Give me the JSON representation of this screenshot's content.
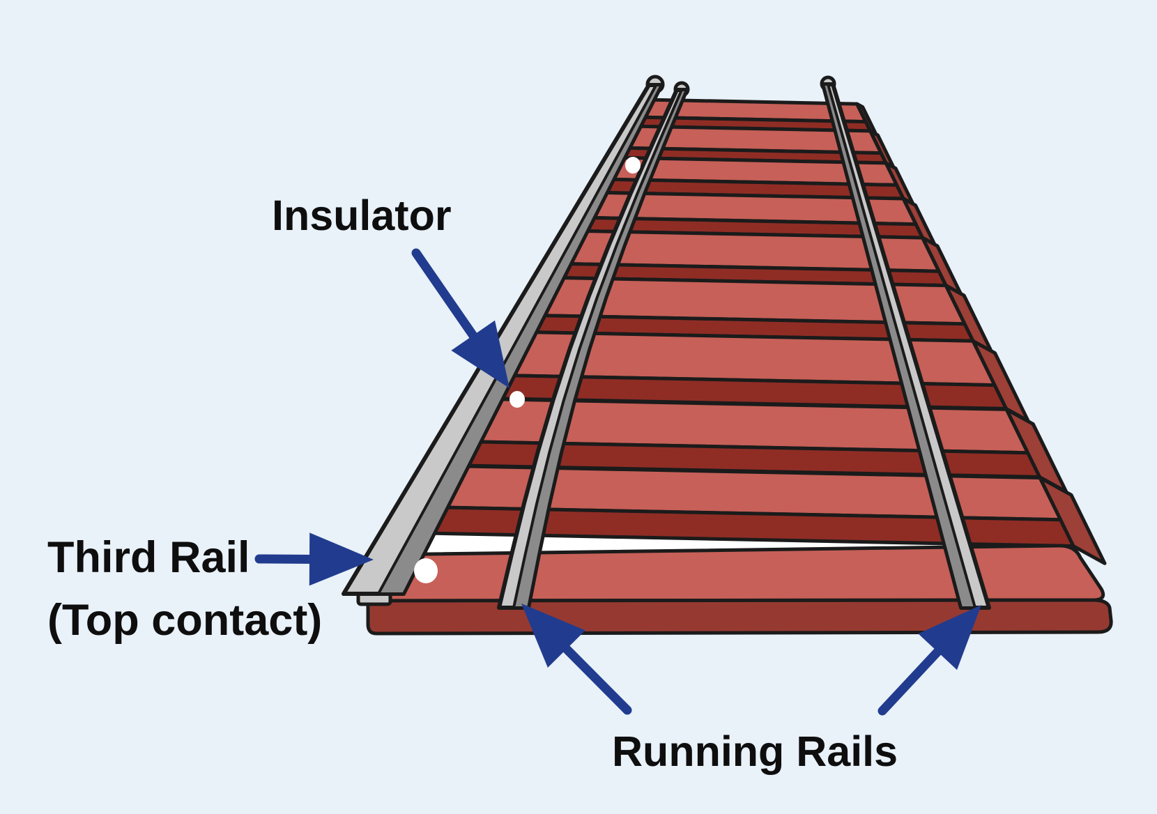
{
  "diagram": {
    "title": "Third rail (top contact) railway track diagram",
    "labels": {
      "insulator": "Insulator",
      "third_rail_line1": "Third Rail",
      "third_rail_line2": "(Top contact)",
      "running_rails": "Running Rails"
    },
    "parts": [
      {
        "name": "Third Rail (Top contact)",
        "description": "large rail at left of track"
      },
      {
        "name": "Insulator",
        "description": "white supports under third rail"
      },
      {
        "name": "Running Rails",
        "description": "pair of track rails"
      }
    ],
    "colors": {
      "background": "#e9f1f9",
      "tie_top": "#c76058",
      "tie_front": "#8f2d25",
      "tie_side": "#9d4038",
      "foundation_front": "#963a31",
      "gap_white": "#ffffff",
      "rail_light": "#c9c9c9",
      "rail_dark": "#8b8b8b",
      "outline": "#1b1b1b",
      "arrow": "#213c8e",
      "insulator_white": "#ffffff",
      "label_text": "#0e0e0e"
    }
  }
}
